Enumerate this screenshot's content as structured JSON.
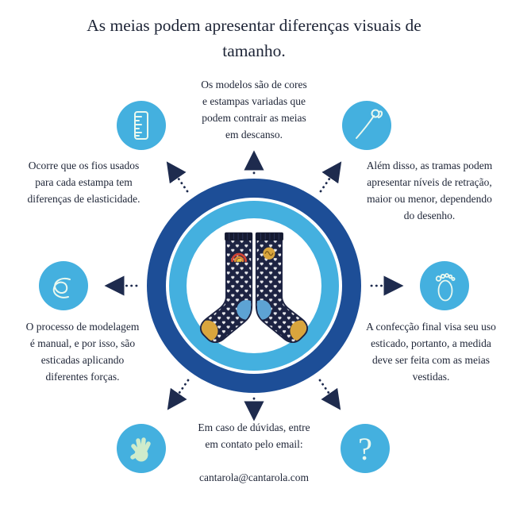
{
  "title": "As meias podem apresentar diferenças visuais de tamanho.",
  "notes": {
    "top": "Os modelos são de cores e estampas variadas que podem contrair as meias em descanso.",
    "upper_left": "Ocorre que os fios usados para cada estampa tem diferenças de elasticidade.",
    "upper_right": "Além disso, as tramas podem apresentar níveis de retração, maior ou menor, dependendo do desenho.",
    "lower_left": "O processo de modelagem é manual, e por isso, são esticadas aplicando diferentes forças.",
    "lower_right": "A confecção final visa seu uso esticado, portanto, a medida deve ser feita com as meias vestidas.",
    "bottom": "Em caso de dúvidas, entre em contato pelo email:",
    "email": "cantarola@cantarola.com"
  },
  "icons": {
    "upper_left": "ruler-icon",
    "upper_right": "needle-icon",
    "left": "thread-icon",
    "right": "foot-icon",
    "lower_left": "hand-icon",
    "lower_right": "question-icon",
    "question_glyph": "?"
  },
  "center_image": "pair of navy knee socks with white hearts, light blue heels and gold toes",
  "colors": {
    "ring_outer": "#1d4e97",
    "ring_inner": "#44b0df",
    "icon_circle": "#44b0df",
    "arrow": "#1e2b4e",
    "text": "#1d2436",
    "glyph": "#e9f8ef",
    "glyph_green": "#cfeccb",
    "sock_navy": "#1d2342",
    "sock_cuff": "#151a31",
    "sock_heel": "#5da3d4",
    "sock_toe": "#d9a53d"
  }
}
